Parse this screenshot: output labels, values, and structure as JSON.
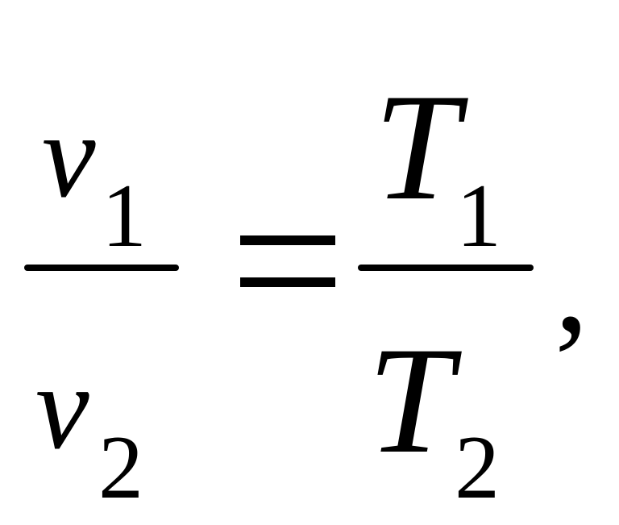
{
  "equation": {
    "left_fraction": {
      "numerator": {
        "symbol": "v",
        "subscript": "1"
      },
      "denominator": {
        "symbol": "v",
        "subscript": "2"
      }
    },
    "relation": "=",
    "right_fraction": {
      "numerator": {
        "symbol": "T",
        "subscript": "1"
      },
      "denominator": {
        "symbol": "T",
        "subscript": "2"
      }
    },
    "trailing_punctuation": ","
  },
  "colors": {
    "ink": "#000000",
    "background": "#ffffff"
  }
}
